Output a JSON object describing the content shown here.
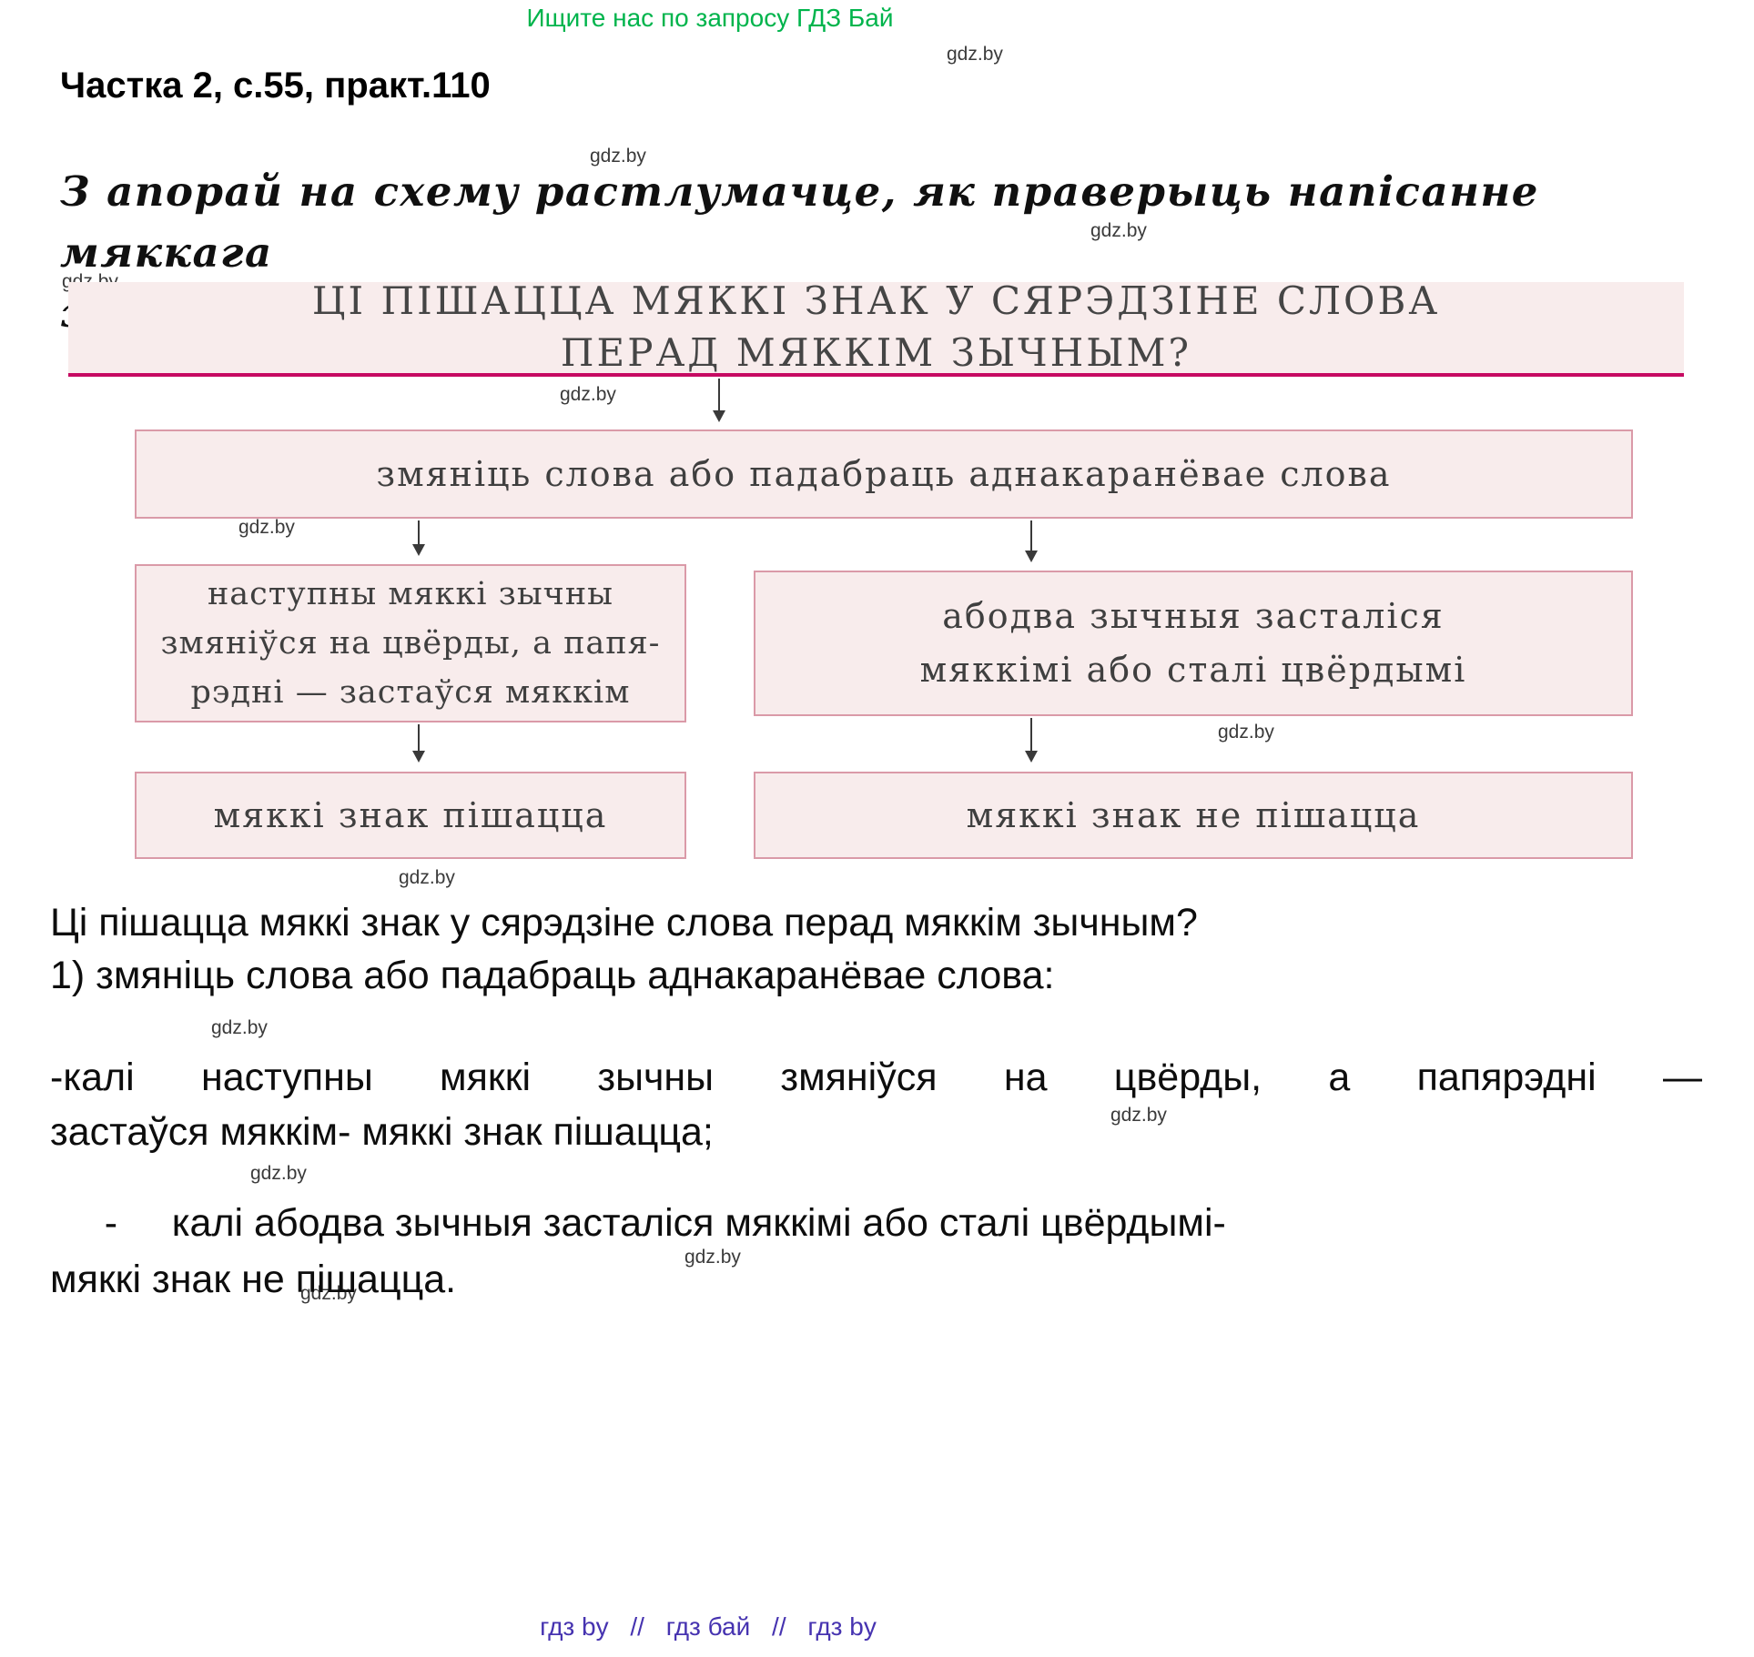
{
  "page": {
    "promo": "Ищите нас по запросу ГДЗ Бай",
    "title": "Частка 2, с.55, практ.110",
    "task": "З апорай на схему растлумачце, як праверыць напісанне мяккага\nзнака ў сярэдзіне слова перад мяккім зычным.",
    "watermark": "gdz.by"
  },
  "flowchart": {
    "title": "ЦІ ПІШАЦЦА МЯККІ ЗНАК У СЯРЭДЗІНЕ СЛОВА\nПЕРАД МЯККІМ ЗЫЧНЫМ?",
    "step_check": "змяніць слова або падабраць аднакаранёвае слова",
    "case_left": "наступны мяккі зычны\nзмяніўся на цвёрды, а папя-\nрэдні — застаўся мяккім",
    "case_right": "абодва зычныя засталіся\nмяккімі або сталі цвёрдымі",
    "result_left": "мяккі знак пішацца",
    "result_right": "мяккі знак не пішацца"
  },
  "answer": {
    "question": "Ці пішацца мяккі знак у сярэдзіне слова перад мяккім зычным?",
    "step": "1) змяніць слова або падабраць аднакаранёвае слова:",
    "case1_line1": "-калі наступны мяккі зычны змяніўся на цвёрды, а папярэдні —",
    "case1_line2": "застаўся мяккім- мяккі знак пішацца;",
    "case2_line1": "     -     калі абодва зычныя засталіся мяккімі або сталі цвёрдымі-",
    "case2_line2": "мяккі знак не пішацца."
  },
  "footer": {
    "links": [
      "гдз by",
      "гдз бай",
      "гдз by"
    ],
    "separator": "//"
  },
  "colors": {
    "box_fill": "#f8ecec",
    "box_border": "#da9aa8",
    "title_underline": "#c60a62",
    "promo_green": "#00b44c",
    "footer_purple": "#4633b0"
  }
}
